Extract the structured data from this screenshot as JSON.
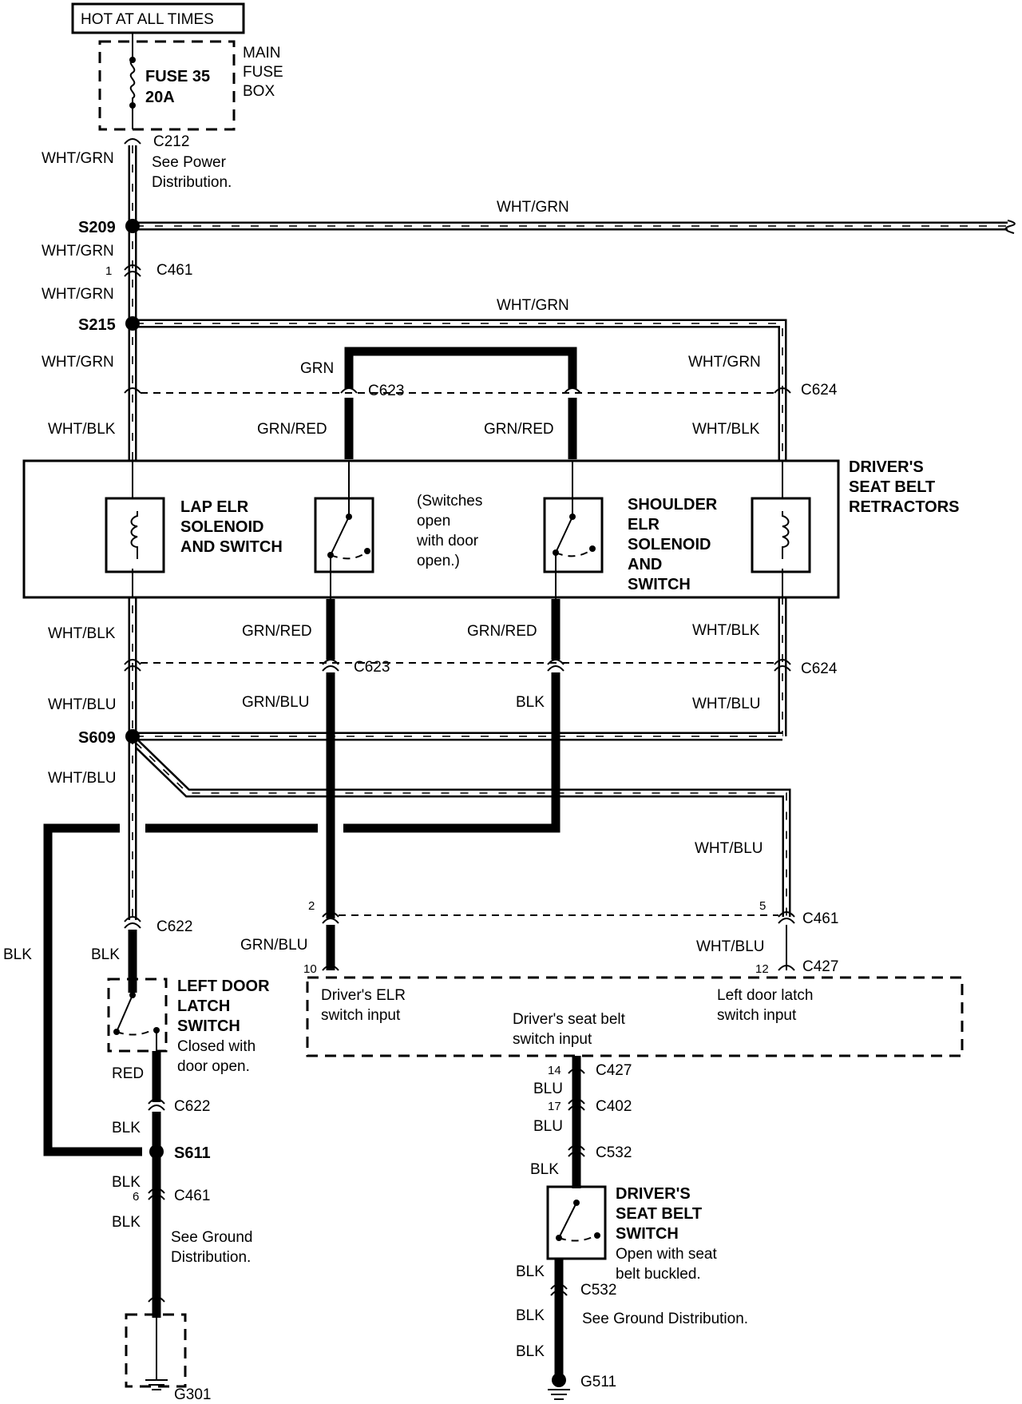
{
  "power": {
    "hot_label": "HOT AT ALL TIMES",
    "fuse_name": "FUSE 35",
    "fuse_rating": "20A",
    "fuse_box_line1": "MAIN",
    "fuse_box_line2": "FUSE",
    "fuse_box_line3": "BOX"
  },
  "connectors": {
    "c212": "C212",
    "c461": "C461",
    "c623": "C623",
    "c624": "C624",
    "c622": "C622",
    "c427": "C427",
    "c402": "C402",
    "c532": "C532"
  },
  "splices": {
    "s209": "S209",
    "s215": "S215",
    "s609": "S609",
    "s611": "S611"
  },
  "grounds": {
    "g301": "G301",
    "g511": "G511"
  },
  "notes": {
    "power_dist_1": "See Power",
    "power_dist_2": "Distribution.",
    "ground_dist_left_1": "See Ground",
    "ground_dist_left_2": "Distribution.",
    "ground_dist_right": "See Ground Distribution.",
    "switches_1": "(Switches",
    "switches_2": "open",
    "switches_3": "with door",
    "switches_4": "open.)",
    "latch_note_1": "Closed with",
    "latch_note_2": "door open.",
    "seat_note_1": "Open with seat",
    "seat_note_2": "belt buckled."
  },
  "wires": {
    "wht_grn": "WHT/GRN",
    "wht_blk": "WHT/BLK",
    "wht_blu": "WHT/BLU",
    "grn": "GRN",
    "grn_red": "GRN/RED",
    "grn_blu": "GRN/BLU",
    "blk": "BLK",
    "blu": "BLU",
    "red": "RED"
  },
  "pins": {
    "p1": "1",
    "p2": "2",
    "p5": "5",
    "p6": "6",
    "p10": "10",
    "p12": "12",
    "p14": "14",
    "p17": "17"
  },
  "components": {
    "retractors_1": "DRIVER'S",
    "retractors_2": "SEAT BELT",
    "retractors_3": "RETRACTORS",
    "lap_1": "LAP ELR",
    "lap_2": "SOLENOID",
    "lap_3": "AND SWITCH",
    "shoulder_1": "SHOULDER",
    "shoulder_2": "ELR",
    "shoulder_3": "SOLENOID",
    "shoulder_4": "AND",
    "shoulder_5": "SWITCH",
    "latch_1": "LEFT DOOR",
    "latch_2": "LATCH",
    "latch_3": "SWITCH",
    "seat_1": "DRIVER'S",
    "seat_2": "SEAT BELT",
    "seat_3": "SWITCH"
  },
  "control_unit": {
    "elr_input_1": "Driver's ELR",
    "elr_input_2": "switch input",
    "seat_input_1": "Driver's seat belt",
    "seat_input_2": "switch input",
    "latch_input_1": "Left door latch",
    "latch_input_2": "switch input"
  }
}
